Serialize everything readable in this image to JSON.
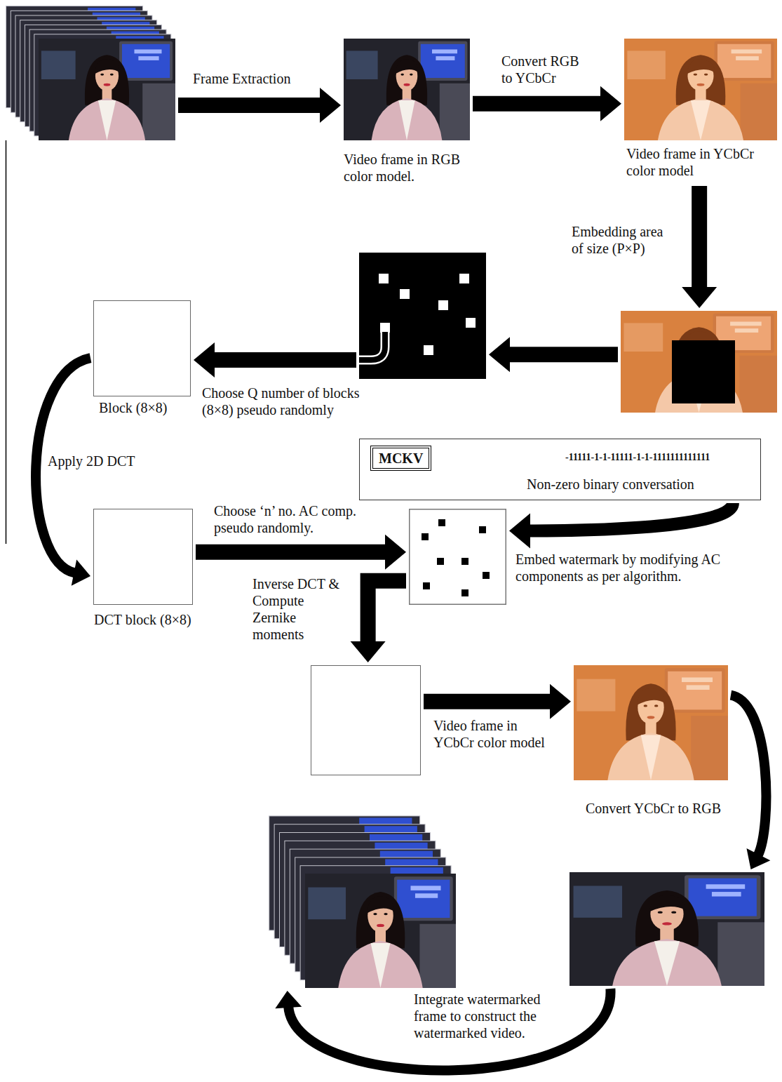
{
  "diagram": {
    "nodes": [
      {
        "text": []
      },
      {
        "text": [
          "Video frame in RGB color model."
        ]
      },
      {
        "text": [
          "Video frame in YCbCr color model"
        ]
      },
      {
        "text": []
      },
      {
        "text": []
      },
      {
        "text": [
          "Block (8×8)"
        ]
      },
      {
        "text": [
          "DCT block (8×8)"
        ]
      },
      {
        "text": [
          "-11111-1-1-11111-1-1-1111111111111",
          "Non-zero binary conversation"
        ]
      },
      {
        "text": [
          "MCKV"
        ],
        "in": 7
      },
      {
        "text": [
          "Embed watermark by modifying AC components as per algorithm."
        ]
      },
      {
        "text": []
      },
      {
        "text": []
      },
      {
        "text": []
      },
      {
        "text": []
      }
    ],
    "edges": [
      {
        "from": 0,
        "to": 1,
        "label": "Frame Extraction",
        "arrow": "to"
      },
      {
        "from": 1,
        "to": 2,
        "label": "Convert RGB to YCbCr",
        "arrow": "to"
      },
      {
        "from": 2,
        "to": 3,
        "label": "Embedding area of size (P×P)",
        "arrow": "to"
      },
      {
        "from": 3,
        "to": 4,
        "arrow": "to"
      },
      {
        "from": 4,
        "to": 5,
        "label": "Choose Q number of blocks (8×8) pseudo randomly",
        "arrow": "to"
      },
      {
        "from": 5,
        "to": 6,
        "label": "Apply 2D DCT",
        "arrow": "to"
      },
      {
        "from": 6,
        "to": 9,
        "label": "Choose ‘n’ no. AC comp. pseudo randomly.",
        "arrow": "to"
      },
      {
        "from": 7,
        "to": 9,
        "arrow": "to"
      },
      {
        "from": 9,
        "to": 10,
        "label": "Inverse DCT & Compute Zernike moments",
        "arrow": "to"
      },
      {
        "from": 10,
        "to": 11,
        "label": "Video frame in YCbCr color model",
        "arrow": "to"
      },
      {
        "from": 11,
        "to": 12,
        "label": "Convert YCbCr to RGB",
        "arrow": "to"
      },
      {
        "from": 12,
        "to": 13,
        "label": "Integrate watermarked frame to construct the watermarked video.",
        "arrow": "to"
      }
    ]
  }
}
